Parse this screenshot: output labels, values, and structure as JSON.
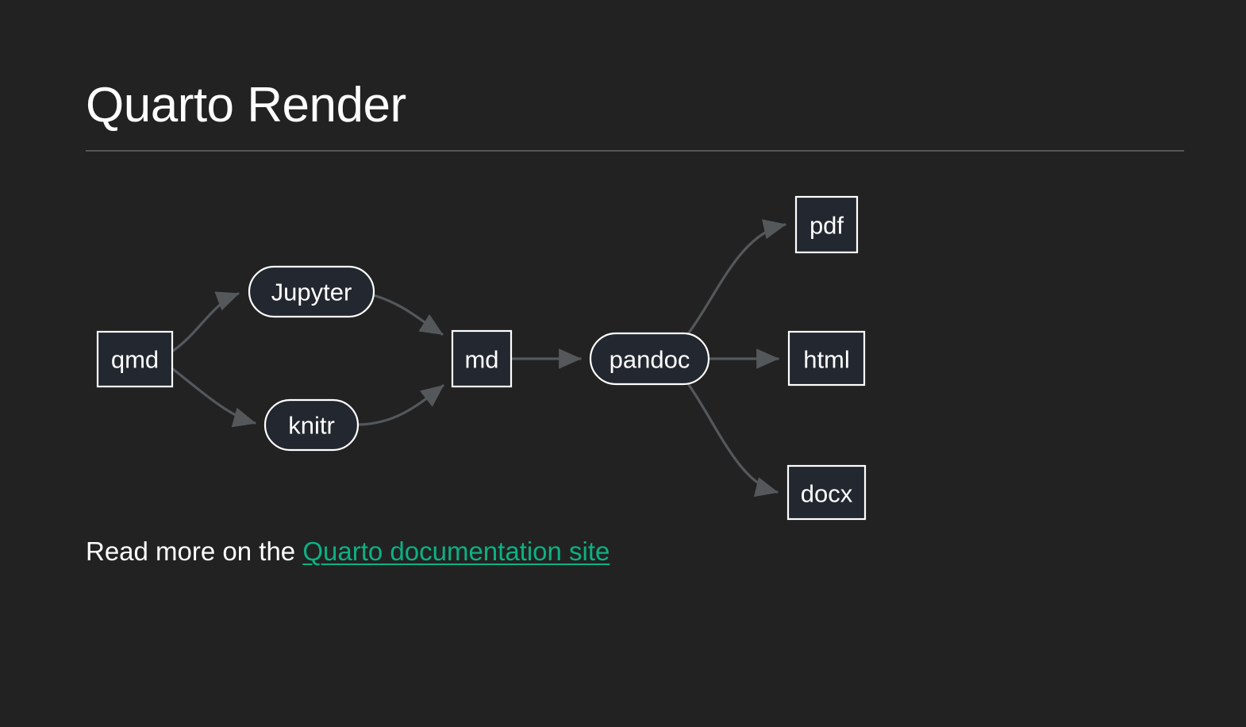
{
  "slide": {
    "title": "Quarto Render",
    "background_color": "#222222",
    "rule_color": "#555555"
  },
  "footer": {
    "prefix": "Read more on the ",
    "link_text": "Quarto documentation site",
    "link_color": "#0cb183"
  },
  "diagram": {
    "type": "flowchart",
    "direction": "left-to-right",
    "node_fill": "#23272f",
    "node_stroke": "#ffffff",
    "edge_color": "#54585b",
    "nodes": [
      {
        "id": "qmd",
        "label": "qmd",
        "shape": "rect"
      },
      {
        "id": "jupyter",
        "label": "Jupyter",
        "shape": "stadium"
      },
      {
        "id": "knitr",
        "label": "knitr",
        "shape": "stadium"
      },
      {
        "id": "md",
        "label": "md",
        "shape": "rect"
      },
      {
        "id": "pandoc",
        "label": "pandoc",
        "shape": "stadium"
      },
      {
        "id": "pdf",
        "label": "pdf",
        "shape": "rect"
      },
      {
        "id": "html",
        "label": "html",
        "shape": "rect"
      },
      {
        "id": "docx",
        "label": "docx",
        "shape": "rect"
      }
    ],
    "edges": [
      {
        "from": "qmd",
        "to": "jupyter"
      },
      {
        "from": "qmd",
        "to": "knitr"
      },
      {
        "from": "jupyter",
        "to": "md"
      },
      {
        "from": "knitr",
        "to": "md"
      },
      {
        "from": "md",
        "to": "pandoc"
      },
      {
        "from": "pandoc",
        "to": "pdf"
      },
      {
        "from": "pandoc",
        "to": "html"
      },
      {
        "from": "pandoc",
        "to": "docx"
      }
    ]
  }
}
